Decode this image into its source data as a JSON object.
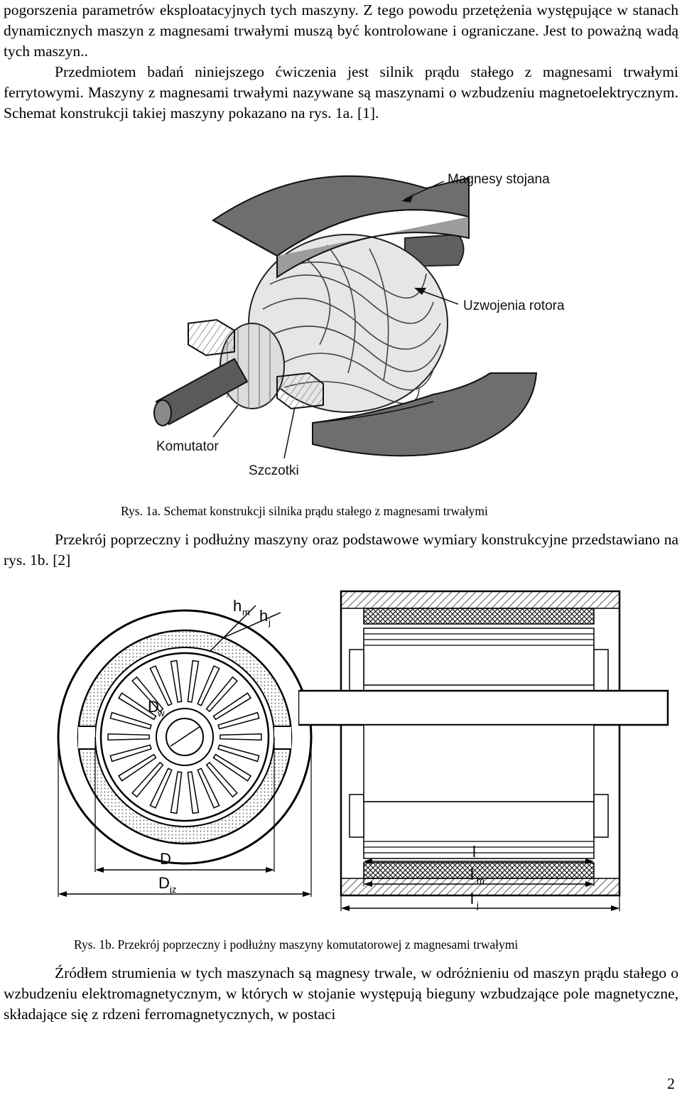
{
  "paragraphs": {
    "p1": "pogorszenia parametrów eksploatacyjnych tych maszyny. Z tego powodu przetężenia występujące w stanach dynamicznych maszyn z magnesami trwałymi muszą być kontrolowane i ograniczane. Jest to poważną wadą tych maszyn..",
    "p2": "Przedmiotem badań niniejszego ćwiczenia jest silnik prądu stałego z magnesami trwałymi ferrytowymi. Maszyny z magnesami trwałymi nazywane są maszynami o wzbudzeniu magnetoelektrycznym. Schemat konstrukcji takiej maszyny pokazano na rys. 1a. [1].",
    "p3": "Przekrój poprzeczny i podłużny maszyny oraz podstawowe wymiary konstrukcyjne przedstawiano na rys. 1b. [2]",
    "p4": "Źródłem strumienia w tych maszynach są magnesy trwale, w odróżnieniu od maszyn prądu stałego o wzbudzeniu elektromagnetycznym, w których w stojanie występują bieguny wzbudzające pole magnetyczne, składające się z rdzeni ferromagnetycznych, w postaci"
  },
  "figure1a": {
    "labels": {
      "magnesy": "Magnesy stojana",
      "uzwojenia": "Uzwojenia rotora",
      "komutator": "Komutator",
      "szczotki": "Szczotki"
    },
    "caption": "Rys. 1a. Schemat konstrukcji silnika prądu stałego z magnesami trwałymi"
  },
  "figure1b": {
    "labels": {
      "hm_main": "h",
      "hm_sub": "m",
      "hj_main": "h",
      "hj_sub": "j",
      "dw_main": "D",
      "dw_sub": "w",
      "D": "D",
      "Djz_main": "D",
      "Djz_sub": "jz",
      "l": "l",
      "lm_main": "l",
      "lm_sub": "m",
      "lj_main": "l",
      "lj_sub": "j"
    },
    "caption": "Rys. 1b. Przekrój poprzeczny i podłużny maszyny komutatorowej z magnesami trwałymi"
  },
  "page_number": "2"
}
